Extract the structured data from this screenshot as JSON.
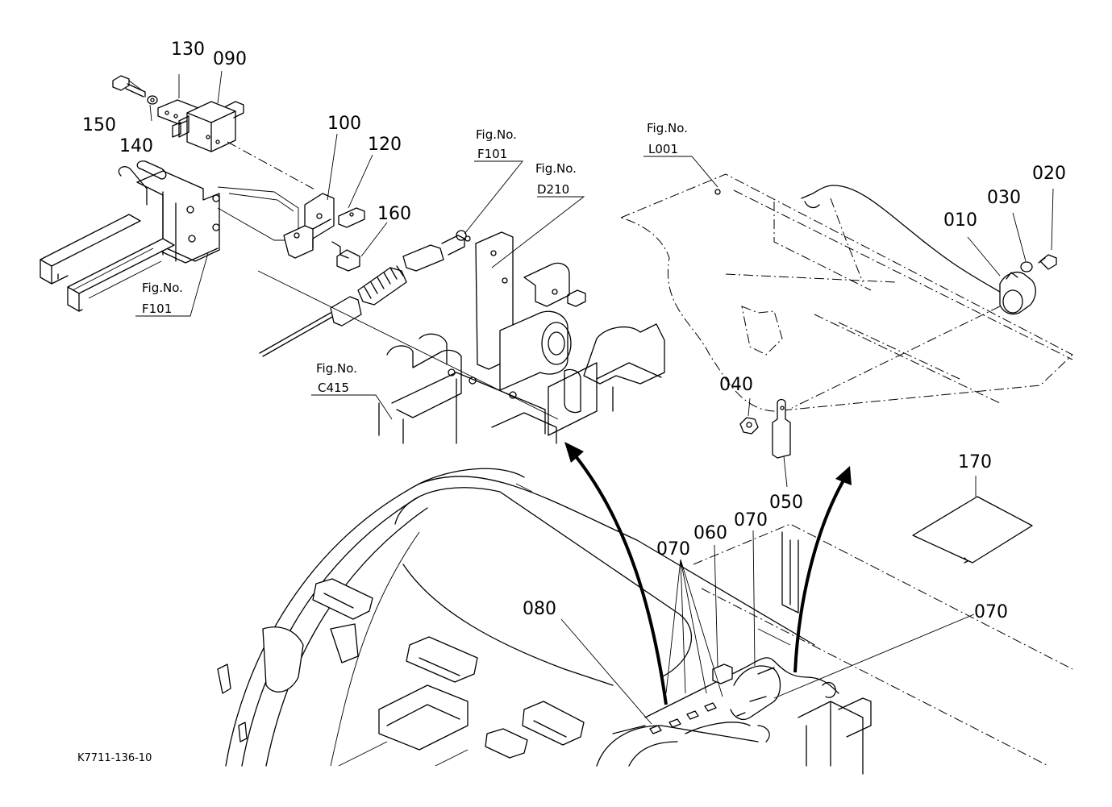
{
  "drawing_code": "K7711-136-10",
  "parts": {
    "p010": "010",
    "p020": "020",
    "p030": "030",
    "p040": "040",
    "p050": "050",
    "p060": "060",
    "p070a": "070",
    "p070b": "070",
    "p070c": "070",
    "p080": "080",
    "p090": "090",
    "p100": "100",
    "p120": "120",
    "p130": "130",
    "p140": "140",
    "p150": "150",
    "p160": "160",
    "p170": "170"
  },
  "fig_refs": {
    "f101_left": {
      "label": "Fig.No.",
      "code": "F101"
    },
    "f101_top": {
      "label": "Fig.No.",
      "code": "F101"
    },
    "d210": {
      "label": "Fig.No.",
      "code": "D210"
    },
    "l001": {
      "label": "Fig.No.",
      "code": "L001"
    },
    "c415": {
      "label": "Fig.No.",
      "code": "C415"
    }
  }
}
